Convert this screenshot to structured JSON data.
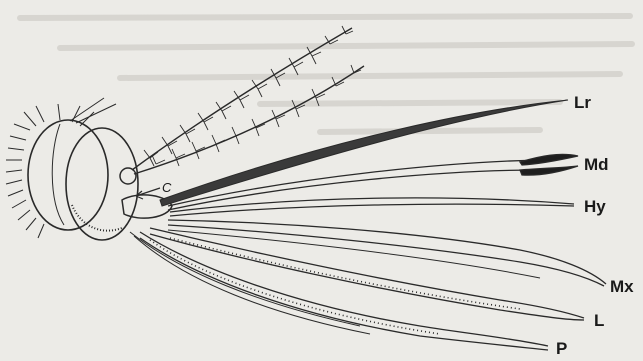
{
  "diagram": {
    "labels": {
      "lr": "Lr",
      "md": "Md",
      "hy": "Hy",
      "mx": "Mx",
      "l": "L",
      "p": "P",
      "c": "C"
    },
    "colors": {
      "background": "#ecebe7",
      "ink": "#2a2a2a",
      "faded_text": "#c9c7c2"
    }
  }
}
